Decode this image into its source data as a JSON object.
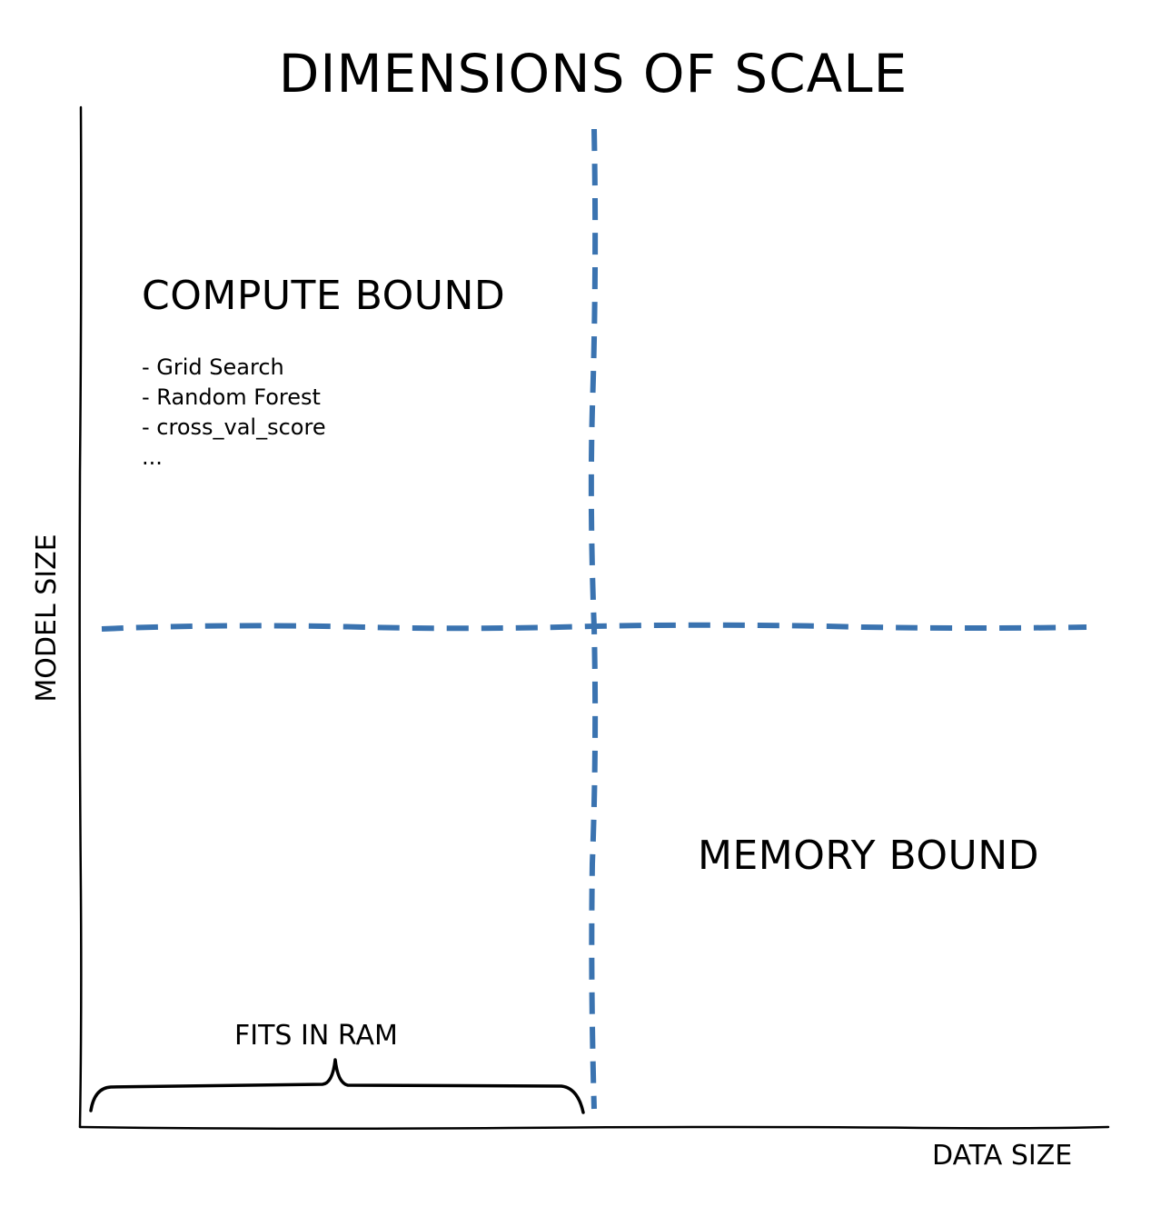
{
  "title": "DIMENSIONS OF SCALE",
  "axes": {
    "x_label": "DATA SIZE",
    "y_label": "MODEL SIZE"
  },
  "quadrants": {
    "top_left": {
      "title": "COMPUTE BOUND",
      "items": [
        "- Grid Search",
        "- Random Forest",
        "- cross_val_score",
        "..."
      ]
    },
    "bottom_right": {
      "title": "MEMORY BOUND"
    }
  },
  "brace_label": "FITS IN RAM",
  "colors": {
    "divider": "#3a73b0",
    "ink": "#000000",
    "background": "#ffffff"
  }
}
